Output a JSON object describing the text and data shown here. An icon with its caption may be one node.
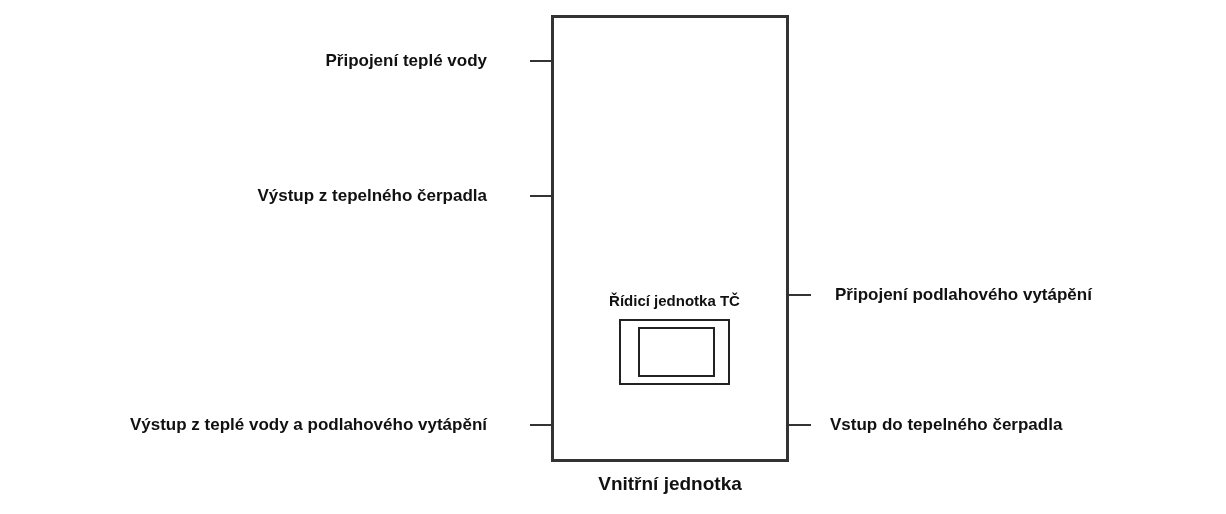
{
  "diagram": {
    "nodes": [
      {
        "text": [
          "Vnitřní jednotka"
        ]
      },
      {
        "text": [
          "Řídicí jednotka TČ"
        ],
        "in": 0
      },
      {
        "text": [
          "Připojení teplé vody"
        ]
      },
      {
        "text": [
          "Výstup z tepelného čerpadla"
        ]
      },
      {
        "text": [
          "Připojení podlahového vytápění"
        ]
      },
      {
        "text": [
          "Výstup z teplé vody a podlahového vytápění"
        ]
      },
      {
        "text": [
          "Vstup do tepelného čerpadla"
        ]
      }
    ],
    "edges": [
      {
        "from": 2,
        "to": 0,
        "arrow": "none"
      },
      {
        "from": 3,
        "to": 0,
        "arrow": "none"
      },
      {
        "from": 4,
        "to": 0,
        "arrow": "none"
      },
      {
        "from": 5,
        "to": 0,
        "arrow": "none"
      },
      {
        "from": 6,
        "to": 0,
        "arrow": "none"
      }
    ]
  }
}
